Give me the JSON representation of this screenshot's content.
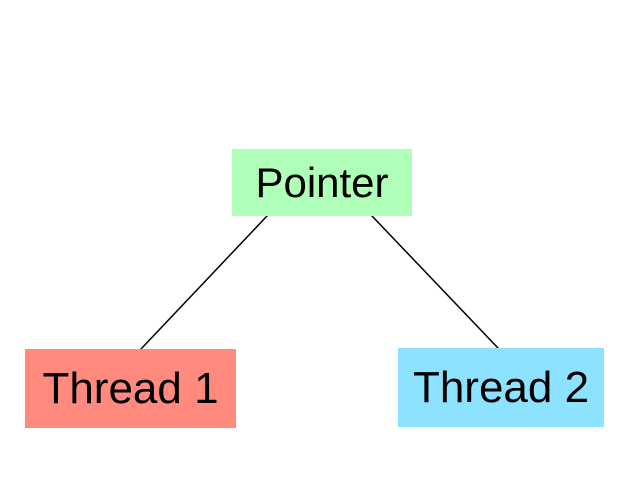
{
  "diagram": {
    "nodes": {
      "pointer": {
        "label": "Pointer",
        "color": "#AFFFB8"
      },
      "thread1": {
        "label": "Thread 1",
        "color": "#FF8A7D"
      },
      "thread2": {
        "label": "Thread 2",
        "color": "#8CE2FF"
      }
    },
    "edges": [
      {
        "from": "pointer",
        "to": "thread1"
      },
      {
        "from": "pointer",
        "to": "thread2"
      }
    ],
    "line_color": "#000000"
  }
}
